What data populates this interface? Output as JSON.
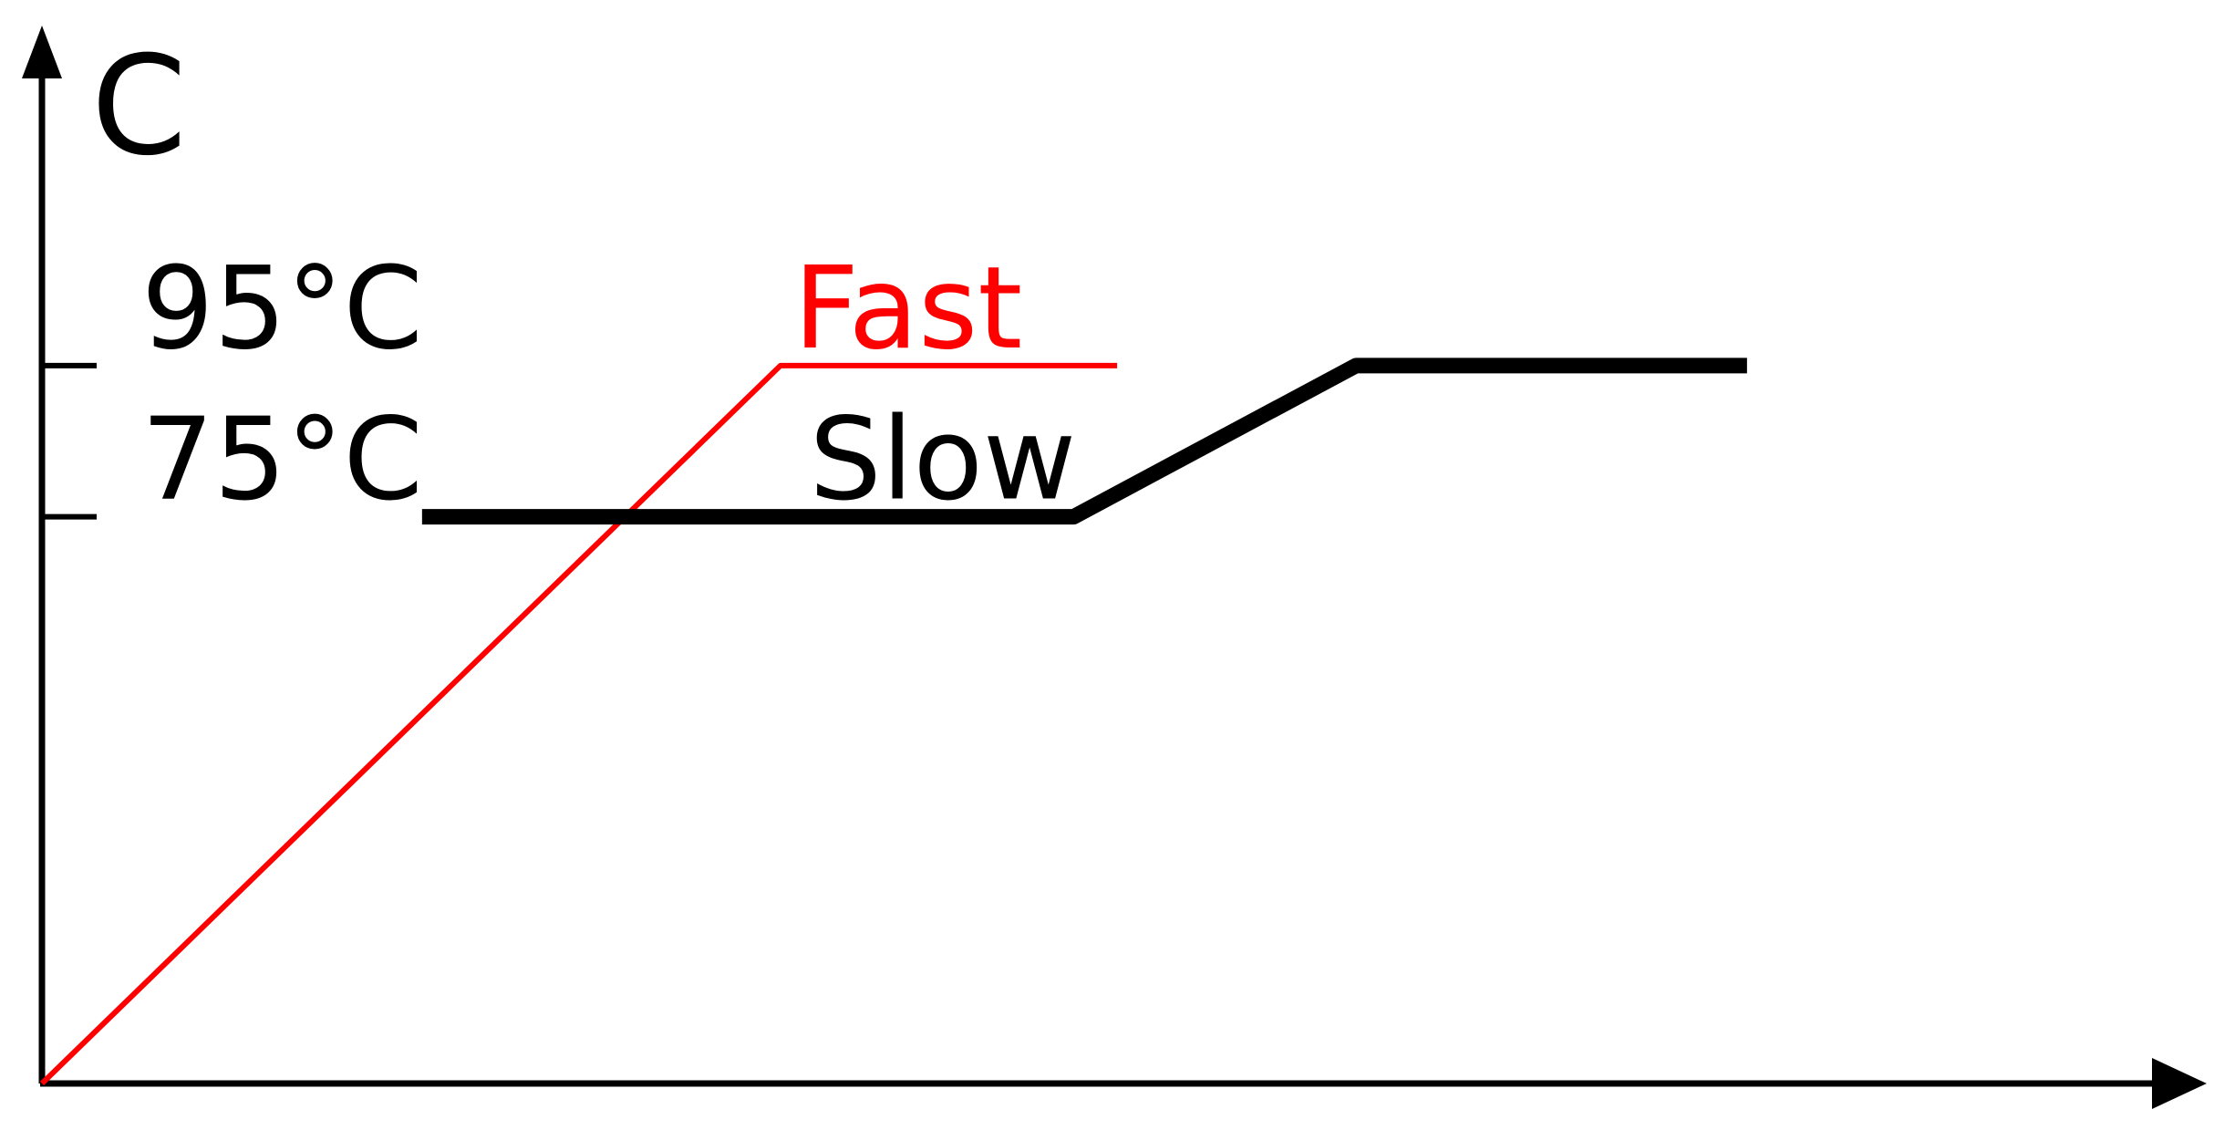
{
  "chart_data": {
    "type": "line",
    "ylabel": "C",
    "xlabel": "",
    "yticks": [
      {
        "value": 75,
        "label": "75°C"
      },
      {
        "value": 95,
        "label": "95°C"
      }
    ],
    "ylim": [
      0,
      140
    ],
    "xlim": [
      0,
      100
    ],
    "series": [
      {
        "name": "Fast",
        "color": "#ff0000",
        "points": [
          [
            0,
            0
          ],
          [
            34,
            95
          ],
          [
            49.5,
            95
          ]
        ]
      },
      {
        "name": "Slow",
        "color": "#000000",
        "points": [
          [
            17.5,
            75
          ],
          [
            47.5,
            75
          ],
          [
            60.5,
            95
          ],
          [
            78.5,
            95
          ]
        ]
      }
    ]
  }
}
